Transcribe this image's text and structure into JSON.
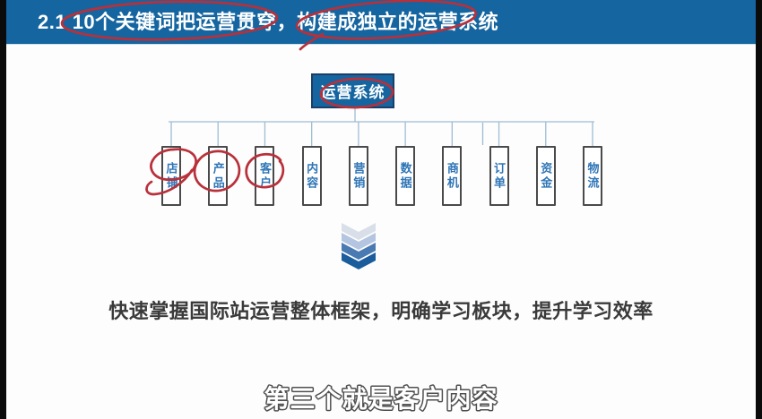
{
  "header": {
    "title": "2.1 10个关键词把运营贯穿，构建成独立的运营系统"
  },
  "diagram": {
    "root_label": "运营系统",
    "nodes": [
      "店铺",
      "产品",
      "客户",
      "内容",
      "营销",
      "数据",
      "商机",
      "订单",
      "资金",
      "物流"
    ],
    "circled_nodes": [
      "店铺",
      "产品",
      "客户"
    ]
  },
  "summary_text": "快速掌握国际站运营整体框架，明确学习板块，提升学习效率",
  "subtitle_caption": "第三个就是客户内容",
  "colors": {
    "header_bg": "#1565a0",
    "root_box_bg": "#1565a0",
    "root_box_border": "#1c3d68",
    "node_border": "#4a4a4a",
    "node_text": "#2e75b6",
    "connector_line": "#9fbcd4",
    "annotation_red": "#b8303a",
    "summary_text_color": "#3a3a3a",
    "chevron_gradient": [
      "#d8dfe9",
      "#b3c5e0",
      "#4a7ab2",
      "#1a5c9c"
    ]
  }
}
